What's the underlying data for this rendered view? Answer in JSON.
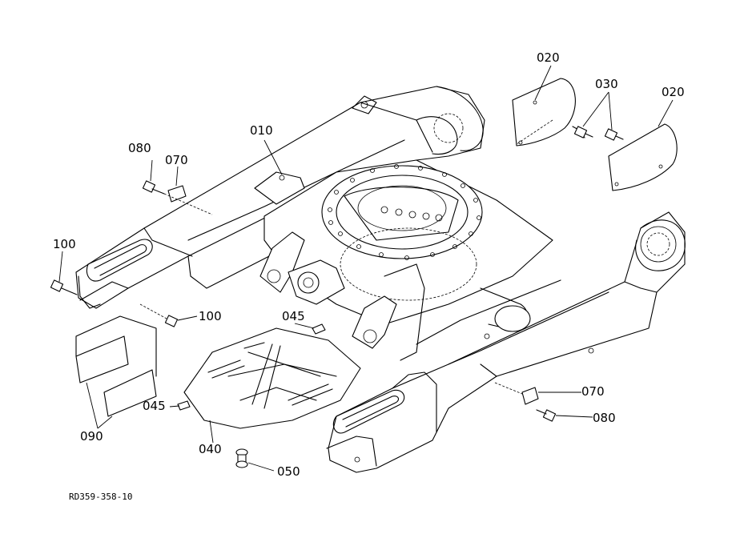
{
  "callouts": [
    {
      "id": "c010",
      "label": "010"
    },
    {
      "id": "c020a",
      "label": "020"
    },
    {
      "id": "c020b",
      "label": "020"
    },
    {
      "id": "c030",
      "label": "030"
    },
    {
      "id": "c040",
      "label": "040"
    },
    {
      "id": "c045a",
      "label": "045"
    },
    {
      "id": "c045b",
      "label": "045"
    },
    {
      "id": "c050",
      "label": "050"
    },
    {
      "id": "c070a",
      "label": "070"
    },
    {
      "id": "c070b",
      "label": "070"
    },
    {
      "id": "c080a",
      "label": "080"
    },
    {
      "id": "c080b",
      "label": "080"
    },
    {
      "id": "c090",
      "label": "090"
    },
    {
      "id": "c100a",
      "label": "100"
    },
    {
      "id": "c100b",
      "label": "100"
    }
  ],
  "drawing_ref": "RD359-358-10"
}
